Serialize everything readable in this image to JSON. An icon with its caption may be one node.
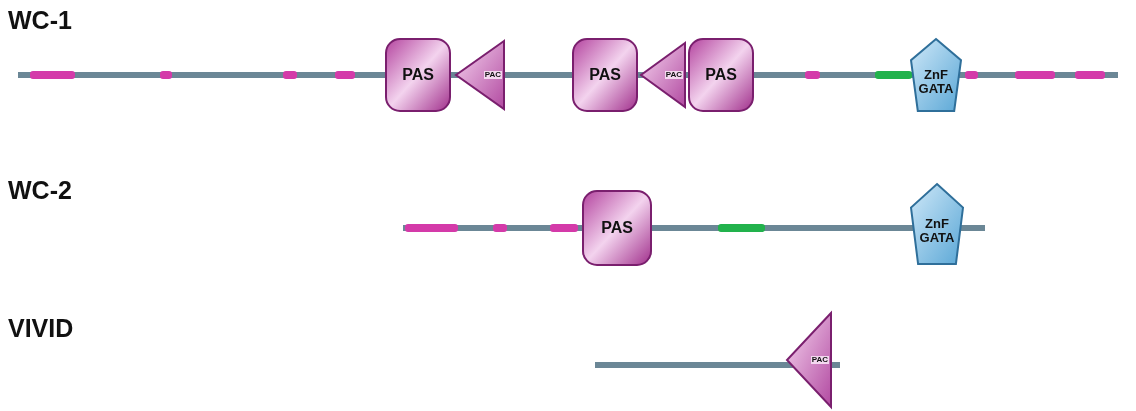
{
  "diagram": {
    "nodes": [
      {
        "text": [
          "PAS"
        ]
      },
      {
        "text": [
          "PAC"
        ]
      },
      {
        "text": [
          "PAS"
        ]
      },
      {
        "text": [
          "PAC"
        ]
      },
      {
        "text": [
          "PAS"
        ]
      },
      {
        "text": [
          "ZnF GATA"
        ]
      },
      {
        "text": [
          "PAS"
        ]
      },
      {
        "text": [
          "ZnF GATA"
        ]
      },
      {
        "text": [
          "PAC"
        ]
      }
    ],
    "labels": [
      "WC-1",
      "WC-2",
      "VIVID"
    ]
  }
}
